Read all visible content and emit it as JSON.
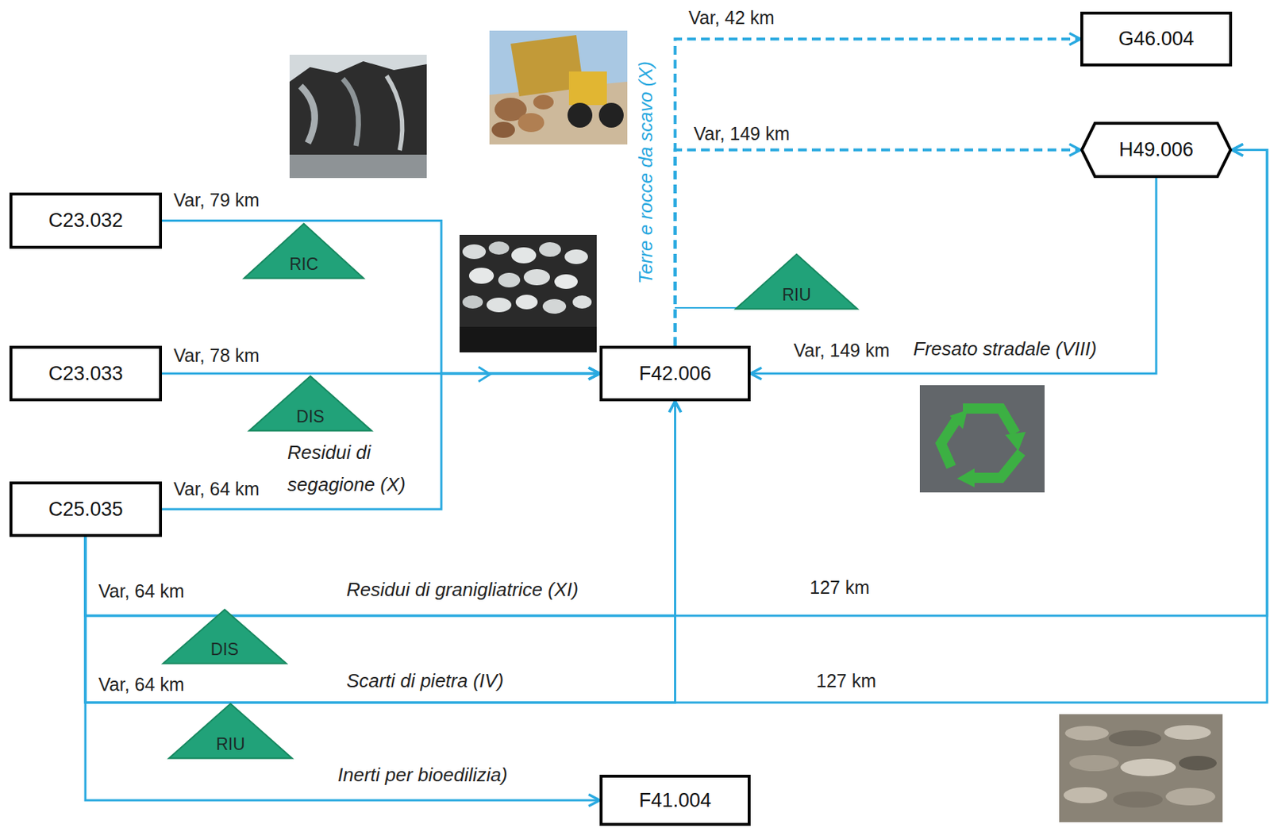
{
  "diagram": {
    "nodes": [
      {
        "text": [
          "G46.004"
        ]
      },
      {
        "text": [
          "H49.006"
        ]
      },
      {
        "text": [
          "C23.032"
        ]
      },
      {
        "text": [
          "RIC"
        ]
      },
      {
        "text": [
          "RIU"
        ]
      },
      {
        "text": [
          "C23.033"
        ]
      },
      {
        "text": [
          "F42.006"
        ]
      },
      {
        "text": [
          "DIS"
        ]
      },
      {
        "text": [
          "C25.035"
        ]
      },
      {
        "text": [
          "DIS"
        ]
      },
      {
        "text": [
          "RIU"
        ]
      },
      {
        "text": [
          "F41.004"
        ]
      }
    ],
    "edges": [
      {
        "from": 6,
        "to": 0,
        "arrow": "to",
        "label": "Var, 42 km"
      },
      {
        "from": 6,
        "to": 1,
        "arrow": "to",
        "label": "Var, 149 km"
      },
      {
        "from": 1,
        "to": 6,
        "arrow": "to",
        "label": "Var, 149 km"
      },
      {
        "from": 2,
        "to": 6,
        "arrow": "to",
        "label": "Var, 79 km"
      },
      {
        "from": 5,
        "to": 6,
        "arrow": "to",
        "label": "Var, 78 km"
      },
      {
        "from": 8,
        "to": 6,
        "arrow": "to",
        "label": "Var, 64 km"
      },
      {
        "from": 8,
        "to": 6,
        "arrow": "to",
        "label": "Var, 64 km"
      },
      {
        "from": 8,
        "to": 1,
        "arrow": "to",
        "label": "127 km"
      },
      {
        "from": 8,
        "to": 6,
        "arrow": "to",
        "label": "Var, 64 km"
      },
      {
        "from": 8,
        "to": 1,
        "arrow": "to",
        "label": "127 km"
      },
      {
        "from": 8,
        "to": 11,
        "arrow": "to"
      }
    ],
    "labels": [
      "Terre e rocce da scavo (X)",
      "Fresato stradale (VIII)",
      "Residui di segagione (X)",
      "Residui di granigliatrice (XI)",
      "Scarti di pietra (IV)",
      "Inerti per bioedilizia)"
    ]
  }
}
